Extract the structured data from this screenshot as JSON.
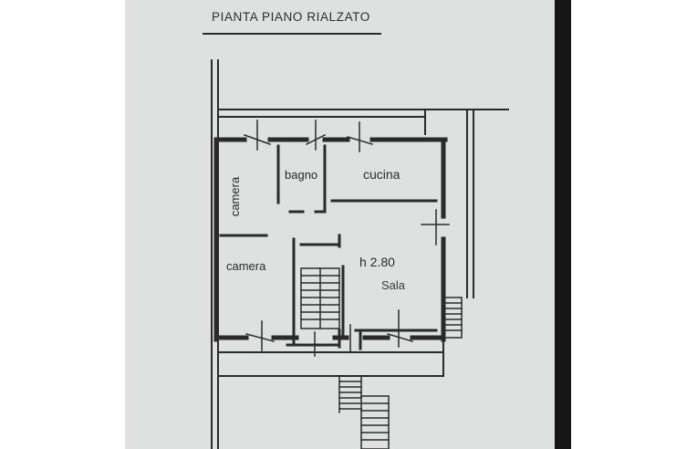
{
  "plan": {
    "title": "PIANTA  PIANO  RIALZATO",
    "rooms": {
      "camera_upper": "camera",
      "bagno": "bagno",
      "cucina": "cucina",
      "camera_lower": "camera",
      "sala": "Sala"
    },
    "height_note": "h 2.80"
  },
  "colors": {
    "paper": "#dfe0e0",
    "ink": "#2a2a2a",
    "frame": "#161616"
  }
}
